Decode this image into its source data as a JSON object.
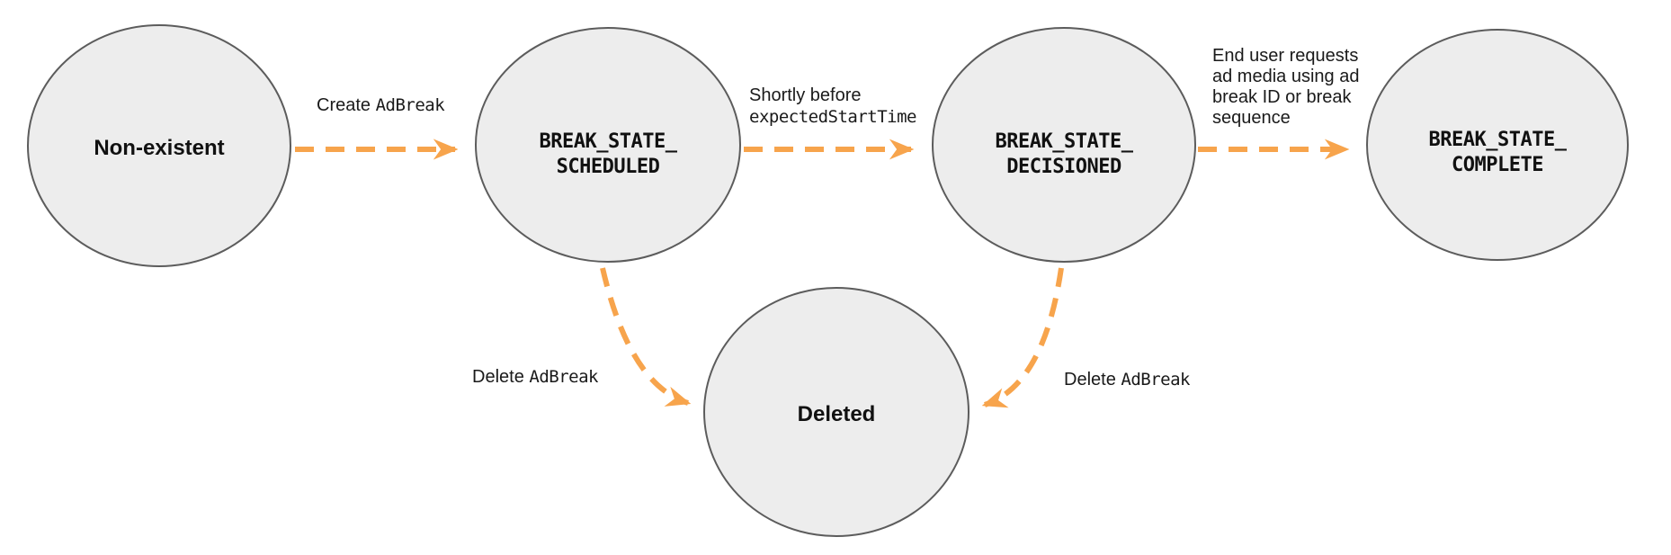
{
  "diagram": {
    "type": "state-diagram",
    "subject": "Ad break lifecycle states",
    "colors": {
      "node_fill": "#EDEDED",
      "node_border": "#5C5C5C",
      "arrow": "#F7A44C",
      "text": "#111111",
      "background": "#FFFFFF"
    },
    "nodes": [
      {
        "id": "non-existent",
        "label": "Non-existent"
      },
      {
        "id": "break-state-scheduled",
        "label": "BREAK_STATE_SCHEDULED",
        "line1": "BREAK_STATE_",
        "line2": "SCHEDULED"
      },
      {
        "id": "break-state-decisioned",
        "label": "BREAK_STATE_DECISIONED",
        "line1": "BREAK_STATE_",
        "line2": "DECISIONED"
      },
      {
        "id": "break-state-complete",
        "label": "BREAK_STATE_COMPLETE",
        "line1": "BREAK_STATE_",
        "line2": "COMPLETE"
      },
      {
        "id": "deleted",
        "label": "Deleted"
      }
    ],
    "edges": [
      {
        "from": "non-existent",
        "to": "break-state-scheduled",
        "label": "Create AdBreak",
        "label_plain": "Create ",
        "label_code": "AdBreak"
      },
      {
        "from": "break-state-scheduled",
        "to": "break-state-decisioned",
        "label": "Shortly before expectedStartTime",
        "label_plain": "Shortly before",
        "label_code": "expectedStartTime"
      },
      {
        "from": "break-state-decisioned",
        "to": "break-state-complete",
        "label": "End user requests ad media using ad break ID or break sequence",
        "label_lines": [
          "End user requests",
          "ad media using ad",
          "break ID or break",
          "sequence"
        ]
      },
      {
        "from": "break-state-scheduled",
        "to": "deleted",
        "label": "Delete AdBreak",
        "label_plain": "Delete ",
        "label_code": "AdBreak"
      },
      {
        "from": "break-state-decisioned",
        "to": "deleted",
        "label": "Delete AdBreak",
        "label_plain": "Delete ",
        "label_code": "AdBreak"
      }
    ]
  }
}
